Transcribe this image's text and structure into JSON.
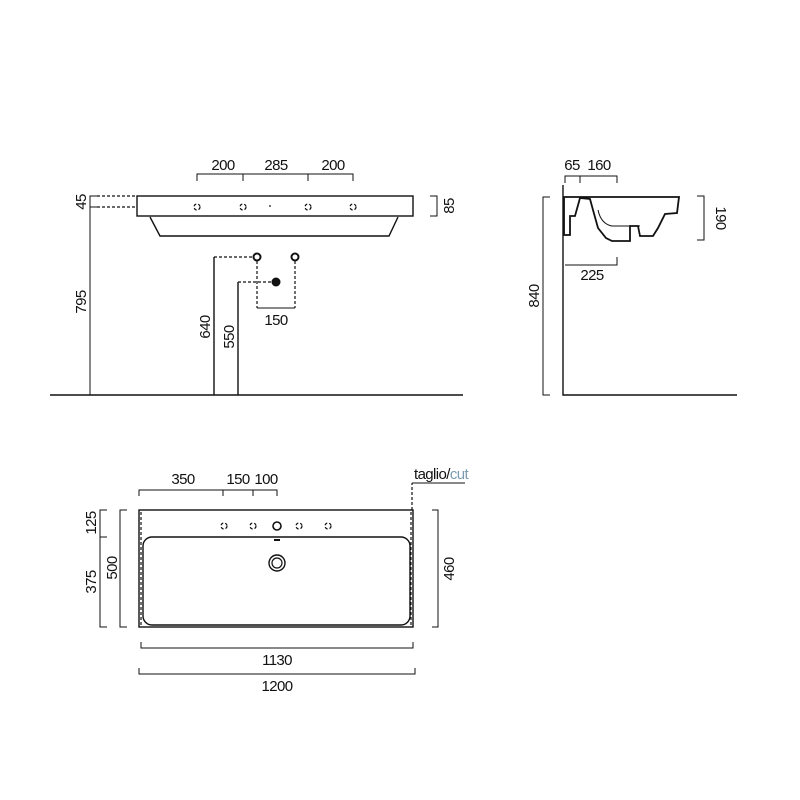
{
  "front_view": {
    "top_dims": [
      "200",
      "285",
      "200"
    ],
    "rim_offset": "45",
    "rim_height": "85",
    "basin_height": "795",
    "supply_height": "640",
    "drain_height": "550",
    "supply_spacing": "150"
  },
  "side_view": {
    "top_dims": [
      "65",
      "160"
    ],
    "depth": "225",
    "basin_height": "190",
    "total_height": "840"
  },
  "top_view": {
    "hole_dims": [
      "350",
      "150",
      "100"
    ],
    "cut_label": "taglio/",
    "cut_label_en": "cut",
    "rim_depth": "125",
    "bowl_depth": "375",
    "total_depth": "500",
    "inner_depth": "460",
    "inner_width": "1130",
    "total_width": "1200"
  },
  "colors": {
    "line": "#111111",
    "cut_text": "#7a9bb0"
  }
}
